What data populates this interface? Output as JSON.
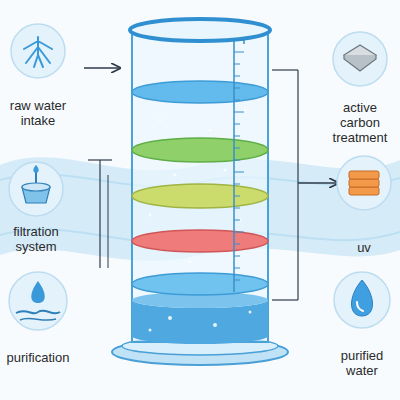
{
  "diagram": {
    "nodes": [
      {
        "text": [
          "raw water intake"
        ]
      },
      {
        "text": [
          "active carbon treatment"
        ]
      },
      {
        "text": [
          "filtration system"
        ]
      },
      {
        "text": [
          "uv"
        ]
      },
      {
        "text": [
          "purification"
        ]
      },
      {
        "text": [
          "purified water"
        ]
      }
    ]
  }
}
